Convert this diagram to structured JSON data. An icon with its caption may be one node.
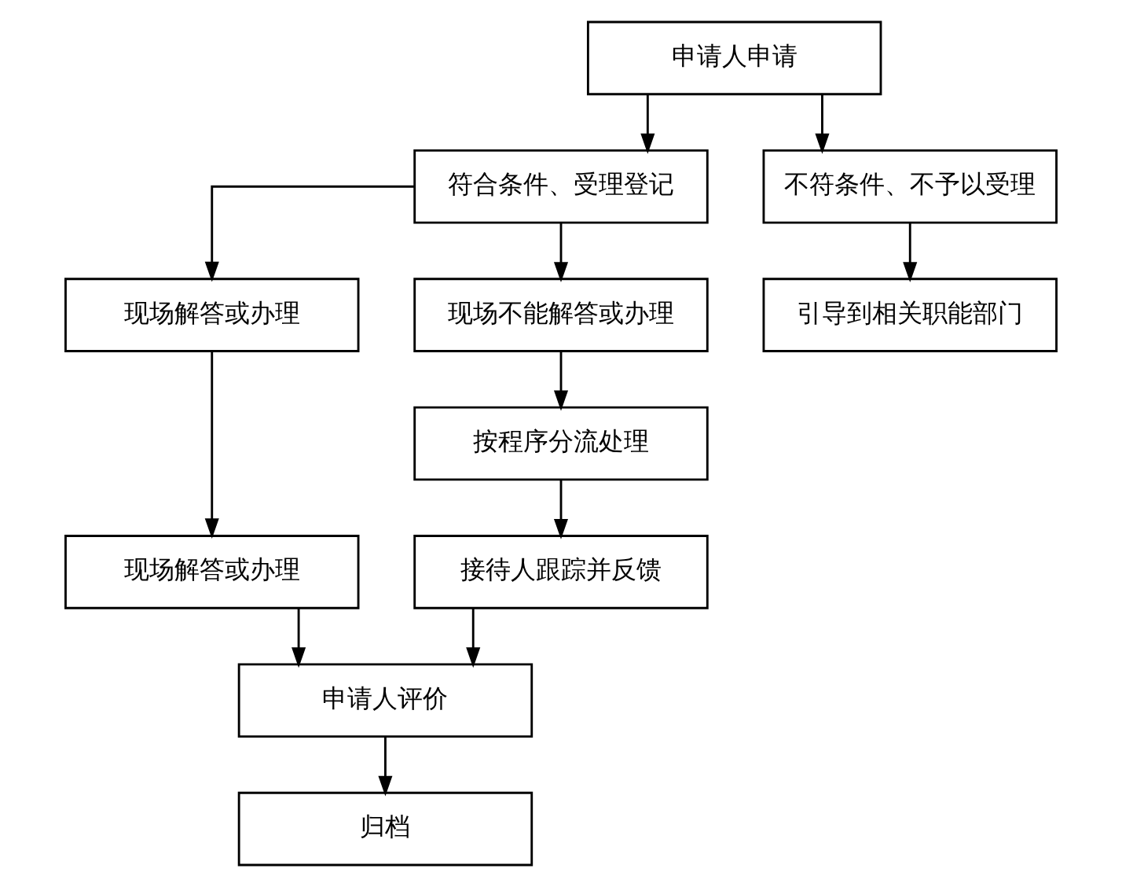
{
  "diagram": {
    "nodes": [
      {
        "text": [
          "申请人申请"
        ]
      },
      {
        "text": [
          "符合条件、受理登记"
        ]
      },
      {
        "text": [
          "不符条件、不予以受理"
        ]
      },
      {
        "text": [
          "现场解答或办理"
        ]
      },
      {
        "text": [
          "现场不能解答或办理"
        ]
      },
      {
        "text": [
          "引导到相关职能部门"
        ]
      },
      {
        "text": [
          "现场解答或办理"
        ]
      },
      {
        "text": [
          "按程序分流处理"
        ]
      },
      {
        "text": [
          "接待人跟踪并反馈"
        ]
      },
      {
        "text": [
          "申请人评价"
        ]
      },
      {
        "text": [
          "归档"
        ]
      }
    ],
    "edges": [
      {
        "from": 0,
        "to": 1,
        "arrow": "to"
      },
      {
        "from": 0,
        "to": 2,
        "arrow": "to"
      },
      {
        "from": 1,
        "to": 3,
        "arrow": "to"
      },
      {
        "from": 1,
        "to": 4,
        "arrow": "to"
      },
      {
        "from": 2,
        "to": 5,
        "arrow": "to"
      },
      {
        "from": 3,
        "to": 6,
        "arrow": "to"
      },
      {
        "from": 4,
        "to": 7,
        "arrow": "to"
      },
      {
        "from": 7,
        "to": 8,
        "arrow": "to"
      },
      {
        "from": 6,
        "to": 9,
        "arrow": "to"
      },
      {
        "from": 8,
        "to": 9,
        "arrow": "to"
      },
      {
        "from": 9,
        "to": 10,
        "arrow": "to"
      }
    ]
  }
}
